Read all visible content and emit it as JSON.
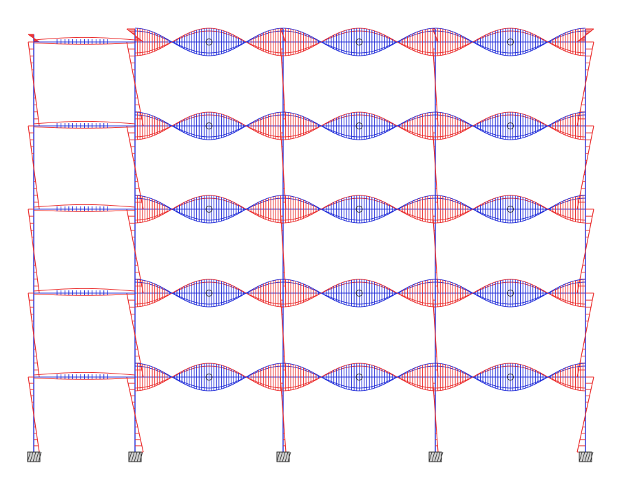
{
  "diagram": {
    "description_visible_text": "",
    "colors": {
      "frame_blue": "#1f2bd8",
      "moment_red": "#ea2b2b",
      "axis_dark": "#2a2a2a",
      "support_fill": "#cfcfcf"
    },
    "structure": {
      "bays": 4,
      "stories": 5,
      "supports": 5,
      "beam_marker_icon": "circle-marker-icon",
      "support_icon": "fixed-support-icon"
    }
  }
}
